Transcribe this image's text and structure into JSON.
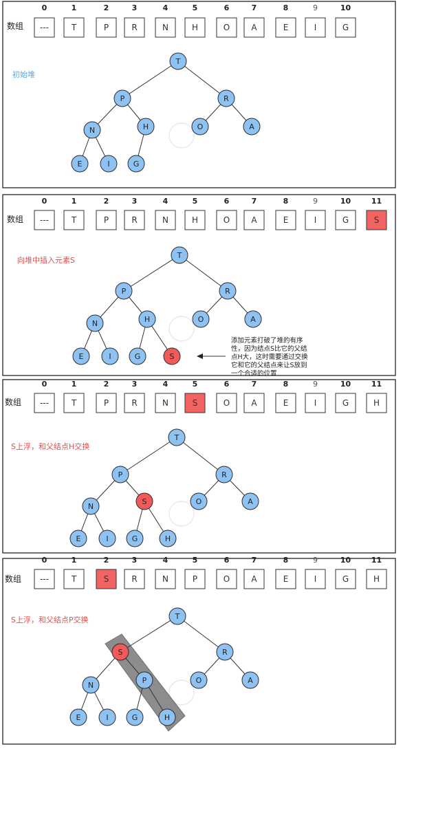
{
  "colors": {
    "node_fill": "#8ec2f2",
    "highlight": "#f26464",
    "label_blue": "#55a7ea",
    "label_red": "#e0504f"
  },
  "index_labels": [
    "0",
    "1",
    "2",
    "3",
    "4",
    "5",
    "6",
    "7",
    "8",
    "9",
    "10",
    "11"
  ],
  "array_title": "数组",
  "panels": [
    {
      "label": "初始堆",
      "label_color": "blue",
      "array": [
        "---",
        "T",
        "P",
        "R",
        "N",
        "H",
        "O",
        "A",
        "E",
        "I",
        "G"
      ],
      "highlight_index": null,
      "nodes": [
        {
          "id": "T",
          "hl": false
        },
        {
          "id": "P",
          "hl": false
        },
        {
          "id": "R",
          "hl": false
        },
        {
          "id": "N",
          "hl": false
        },
        {
          "id": "H",
          "hl": false
        },
        {
          "id": "O",
          "hl": false
        },
        {
          "id": "A",
          "hl": false
        },
        {
          "id": "E",
          "hl": false
        },
        {
          "id": "I",
          "hl": false
        },
        {
          "id": "G",
          "hl": false
        }
      ],
      "note": []
    },
    {
      "label": "向堆中插入元素S",
      "label_color": "red",
      "array": [
        "---",
        "T",
        "P",
        "R",
        "N",
        "H",
        "O",
        "A",
        "E",
        "I",
        "G",
        "S"
      ],
      "highlight_index": 11,
      "nodes": [
        {
          "id": "T",
          "hl": false
        },
        {
          "id": "P",
          "hl": false
        },
        {
          "id": "R",
          "hl": false
        },
        {
          "id": "N",
          "hl": false
        },
        {
          "id": "H",
          "hl": false
        },
        {
          "id": "O",
          "hl": false
        },
        {
          "id": "A",
          "hl": false
        },
        {
          "id": "E",
          "hl": false
        },
        {
          "id": "I",
          "hl": false
        },
        {
          "id": "G",
          "hl": false
        },
        {
          "id": "S",
          "hl": true
        }
      ],
      "note": [
        "添加元素打破了堆的有序",
        "性，因为结点S比它的父结",
        "点H大，这时需要通过交换",
        "它和它的父结点来让S放到",
        "一个合适的位置"
      ]
    },
    {
      "label": "S上浮，和父结点H交换",
      "label_color": "red",
      "array": [
        "---",
        "T",
        "P",
        "R",
        "N",
        "S",
        "O",
        "A",
        "E",
        "I",
        "G",
        "H"
      ],
      "highlight_index": 5,
      "nodes": [
        {
          "id": "T",
          "hl": false
        },
        {
          "id": "P",
          "hl": false
        },
        {
          "id": "R",
          "hl": false
        },
        {
          "id": "N",
          "hl": false
        },
        {
          "id": "S",
          "hl": true
        },
        {
          "id": "O",
          "hl": false
        },
        {
          "id": "A",
          "hl": false
        },
        {
          "id": "E",
          "hl": false
        },
        {
          "id": "I",
          "hl": false
        },
        {
          "id": "G",
          "hl": false
        },
        {
          "id": "H",
          "hl": false
        }
      ],
      "note": []
    },
    {
      "label": "S上浮，和父结点P交换",
      "label_color": "red",
      "array": [
        "---",
        "T",
        "S",
        "R",
        "N",
        "P",
        "O",
        "A",
        "E",
        "I",
        "G",
        "H"
      ],
      "highlight_index": 2,
      "nodes": [
        {
          "id": "T",
          "hl": false
        },
        {
          "id": "S",
          "hl": true
        },
        {
          "id": "R",
          "hl": false
        },
        {
          "id": "N",
          "hl": false
        },
        {
          "id": "P",
          "hl": false
        },
        {
          "id": "O",
          "hl": false
        },
        {
          "id": "A",
          "hl": false
        },
        {
          "id": "E",
          "hl": false
        },
        {
          "id": "I",
          "hl": false
        },
        {
          "id": "G",
          "hl": false
        },
        {
          "id": "H",
          "hl": false
        }
      ],
      "note": []
    }
  ]
}
